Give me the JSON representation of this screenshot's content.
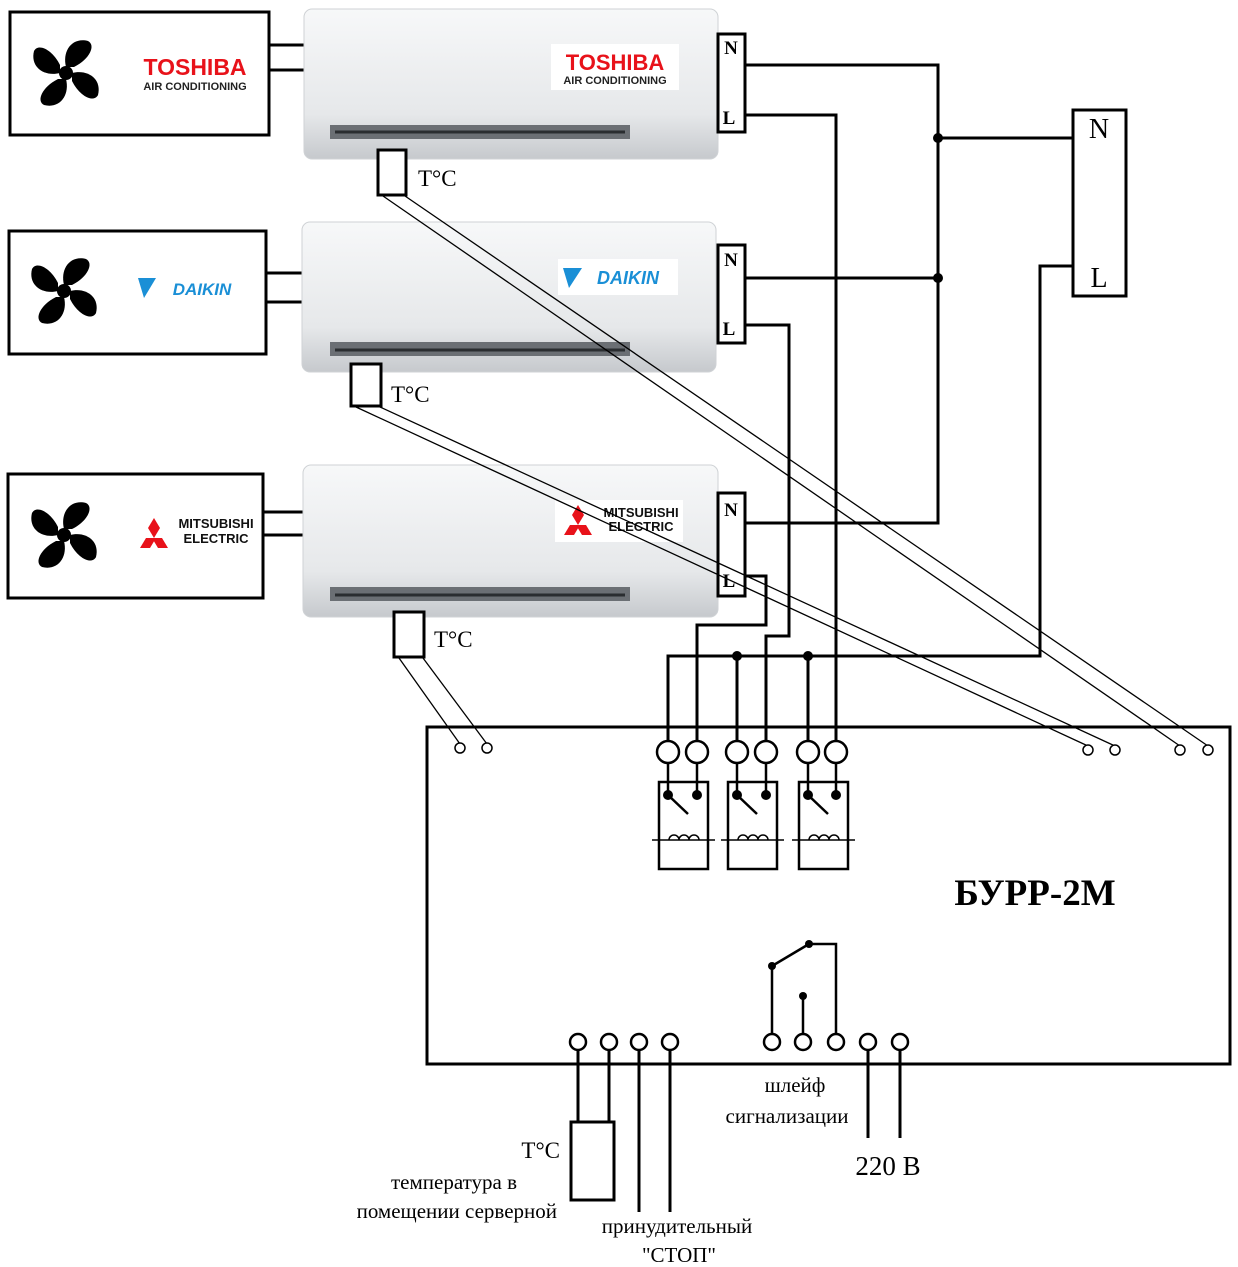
{
  "units": [
    {
      "id": "toshiba",
      "brand_line1": "TOSHIBA",
      "brand_line2": "AIR CONDITIONING",
      "brand_color": "#e8121a",
      "sensor_label": "T°C",
      "n_label": "N",
      "l_label": "L"
    },
    {
      "id": "daikin",
      "brand_line1": "DAIKIN",
      "brand_color": "#1a8fd6",
      "sensor_label": "T°C",
      "n_label": "N",
      "l_label": "L"
    },
    {
      "id": "mitsubishi",
      "brand_line1": "MITSUBISHI",
      "brand_line2": "ELECTRIC",
      "brand_color": "#e8121a",
      "sensor_label": "T°C",
      "n_label": "N",
      "l_label": "L"
    }
  ],
  "power_terminal": {
    "n_label": "N",
    "l_label": "L"
  },
  "controller": {
    "title": "БУРР-2М"
  },
  "bottom_labels": {
    "room_sensor": "T°C",
    "room_temp_line1": "температура в",
    "room_temp_line2": "помещении серверной",
    "stop_line1": "принудительный",
    "stop_line2": "\"СТОП\"",
    "alarm_line1": "шлейф",
    "alarm_line2": "сигнализации",
    "power": "220 В"
  },
  "colors": {
    "line": "#000000",
    "unit_body_light": "#f4f5f6",
    "unit_body_dark": "#c9ccd0"
  },
  "icons": [
    "fan-icon",
    "mitsubishi-diamonds-icon",
    "daikin-triangle-icon"
  ]
}
